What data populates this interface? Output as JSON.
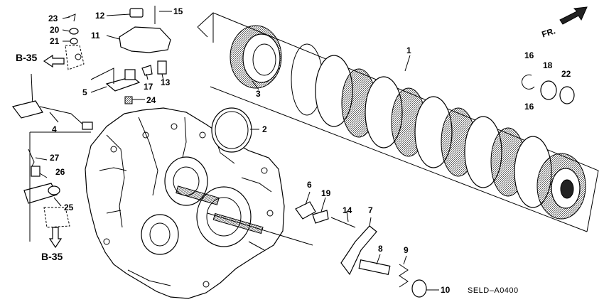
{
  "diagram": {
    "code": "SELD–A0400",
    "direction_label": "FR.",
    "refs": {
      "top": "B-35",
      "bottom": "B-35"
    },
    "callouts": [
      {
        "id": "c1",
        "text": "1"
      },
      {
        "id": "c2",
        "text": "2"
      },
      {
        "id": "c3",
        "text": "3"
      },
      {
        "id": "c4",
        "text": "4"
      },
      {
        "id": "c5",
        "text": "5"
      },
      {
        "id": "c6",
        "text": "6"
      },
      {
        "id": "c7",
        "text": "7"
      },
      {
        "id": "c8",
        "text": "8"
      },
      {
        "id": "c9",
        "text": "9"
      },
      {
        "id": "c10",
        "text": "10"
      },
      {
        "id": "c11",
        "text": "11"
      },
      {
        "id": "c12",
        "text": "12"
      },
      {
        "id": "c13",
        "text": "13"
      },
      {
        "id": "c14",
        "text": "14"
      },
      {
        "id": "c15",
        "text": "15"
      },
      {
        "id": "c16a",
        "text": "16"
      },
      {
        "id": "c16b",
        "text": "16"
      },
      {
        "id": "c17",
        "text": "17"
      },
      {
        "id": "c18",
        "text": "18"
      },
      {
        "id": "c19",
        "text": "19"
      },
      {
        "id": "c20",
        "text": "20"
      },
      {
        "id": "c21",
        "text": "21"
      },
      {
        "id": "c22",
        "text": "22"
      },
      {
        "id": "c23",
        "text": "23"
      },
      {
        "id": "c24",
        "text": "24"
      },
      {
        "id": "c25",
        "text": "25"
      },
      {
        "id": "c26",
        "text": "26"
      },
      {
        "id": "c27",
        "text": "27"
      }
    ]
  }
}
